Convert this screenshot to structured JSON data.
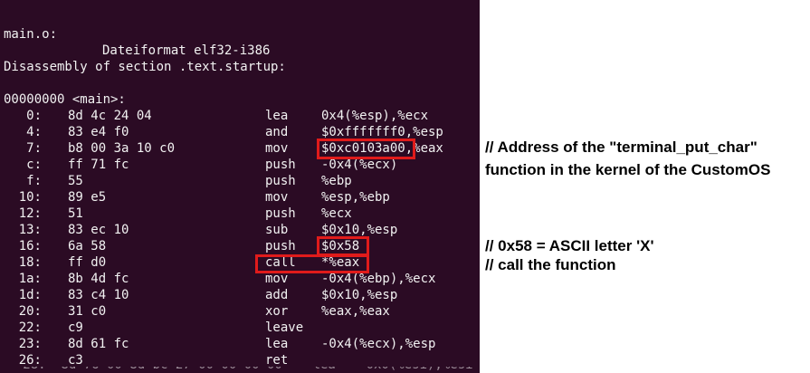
{
  "header": {
    "filename": "main.o:",
    "format": "Dateiformat elf32-i386"
  },
  "section_title": "Disassembly of section .text.startup:",
  "function_label": "00000000 <main>:",
  "rows": [
    {
      "addr": "0:",
      "bytes": "8d 4c 24 04",
      "mnemonic": "lea",
      "operands": "0x4(%esp),%ecx"
    },
    {
      "addr": "4:",
      "bytes": "83 e4 f0",
      "mnemonic": "and",
      "operands": "$0xfffffff0,%esp"
    },
    {
      "addr": "7:",
      "bytes": "b8 00 3a 10 c0",
      "mnemonic": "mov",
      "operands": "$0xc0103a00,%eax"
    },
    {
      "addr": "c:",
      "bytes": "ff 71 fc",
      "mnemonic": "push",
      "operands": "-0x4(%ecx)"
    },
    {
      "addr": "f:",
      "bytes": "55",
      "mnemonic": "push",
      "operands": "%ebp"
    },
    {
      "addr": "10:",
      "bytes": "89 e5",
      "mnemonic": "mov",
      "operands": "%esp,%ebp"
    },
    {
      "addr": "12:",
      "bytes": "51",
      "mnemonic": "push",
      "operands": "%ecx"
    },
    {
      "addr": "13:",
      "bytes": "83 ec 10",
      "mnemonic": "sub",
      "operands": "$0x10,%esp"
    },
    {
      "addr": "16:",
      "bytes": "6a 58",
      "mnemonic": "push",
      "operands": "$0x58"
    },
    {
      "addr": "18:",
      "bytes": "ff d0",
      "mnemonic": "call",
      "operands": "*%eax"
    },
    {
      "addr": "1a:",
      "bytes": "8b 4d fc",
      "mnemonic": "mov",
      "operands": "-0x4(%ebp),%ecx"
    },
    {
      "addr": "1d:",
      "bytes": "83 c4 10",
      "mnemonic": "add",
      "operands": "$0x10,%esp"
    },
    {
      "addr": "20:",
      "bytes": "31 c0",
      "mnemonic": "xor",
      "operands": "%eax,%eax"
    },
    {
      "addr": "22:",
      "bytes": "c9",
      "mnemonic": "leave",
      "operands": ""
    },
    {
      "addr": "23:",
      "bytes": "8d 61 fc",
      "mnemonic": "lea",
      "operands": "-0x4(%ecx),%esp"
    },
    {
      "addr": "26:",
      "bytes": "c3",
      "mnemonic": "ret",
      "operands": ""
    }
  ],
  "annotations": {
    "line1": "// Address of the \"terminal_put_char\"",
    "line2": "function in the kernel of the CustomOS",
    "line3": "// 0x58 = ASCII letter 'X'",
    "line4": "// call the function"
  },
  "colors": {
    "terminal_background": "#2b0b24",
    "terminal_text": "#f2f2f2",
    "highlight_border": "#e01b1b",
    "annotation_text": "#000000"
  }
}
